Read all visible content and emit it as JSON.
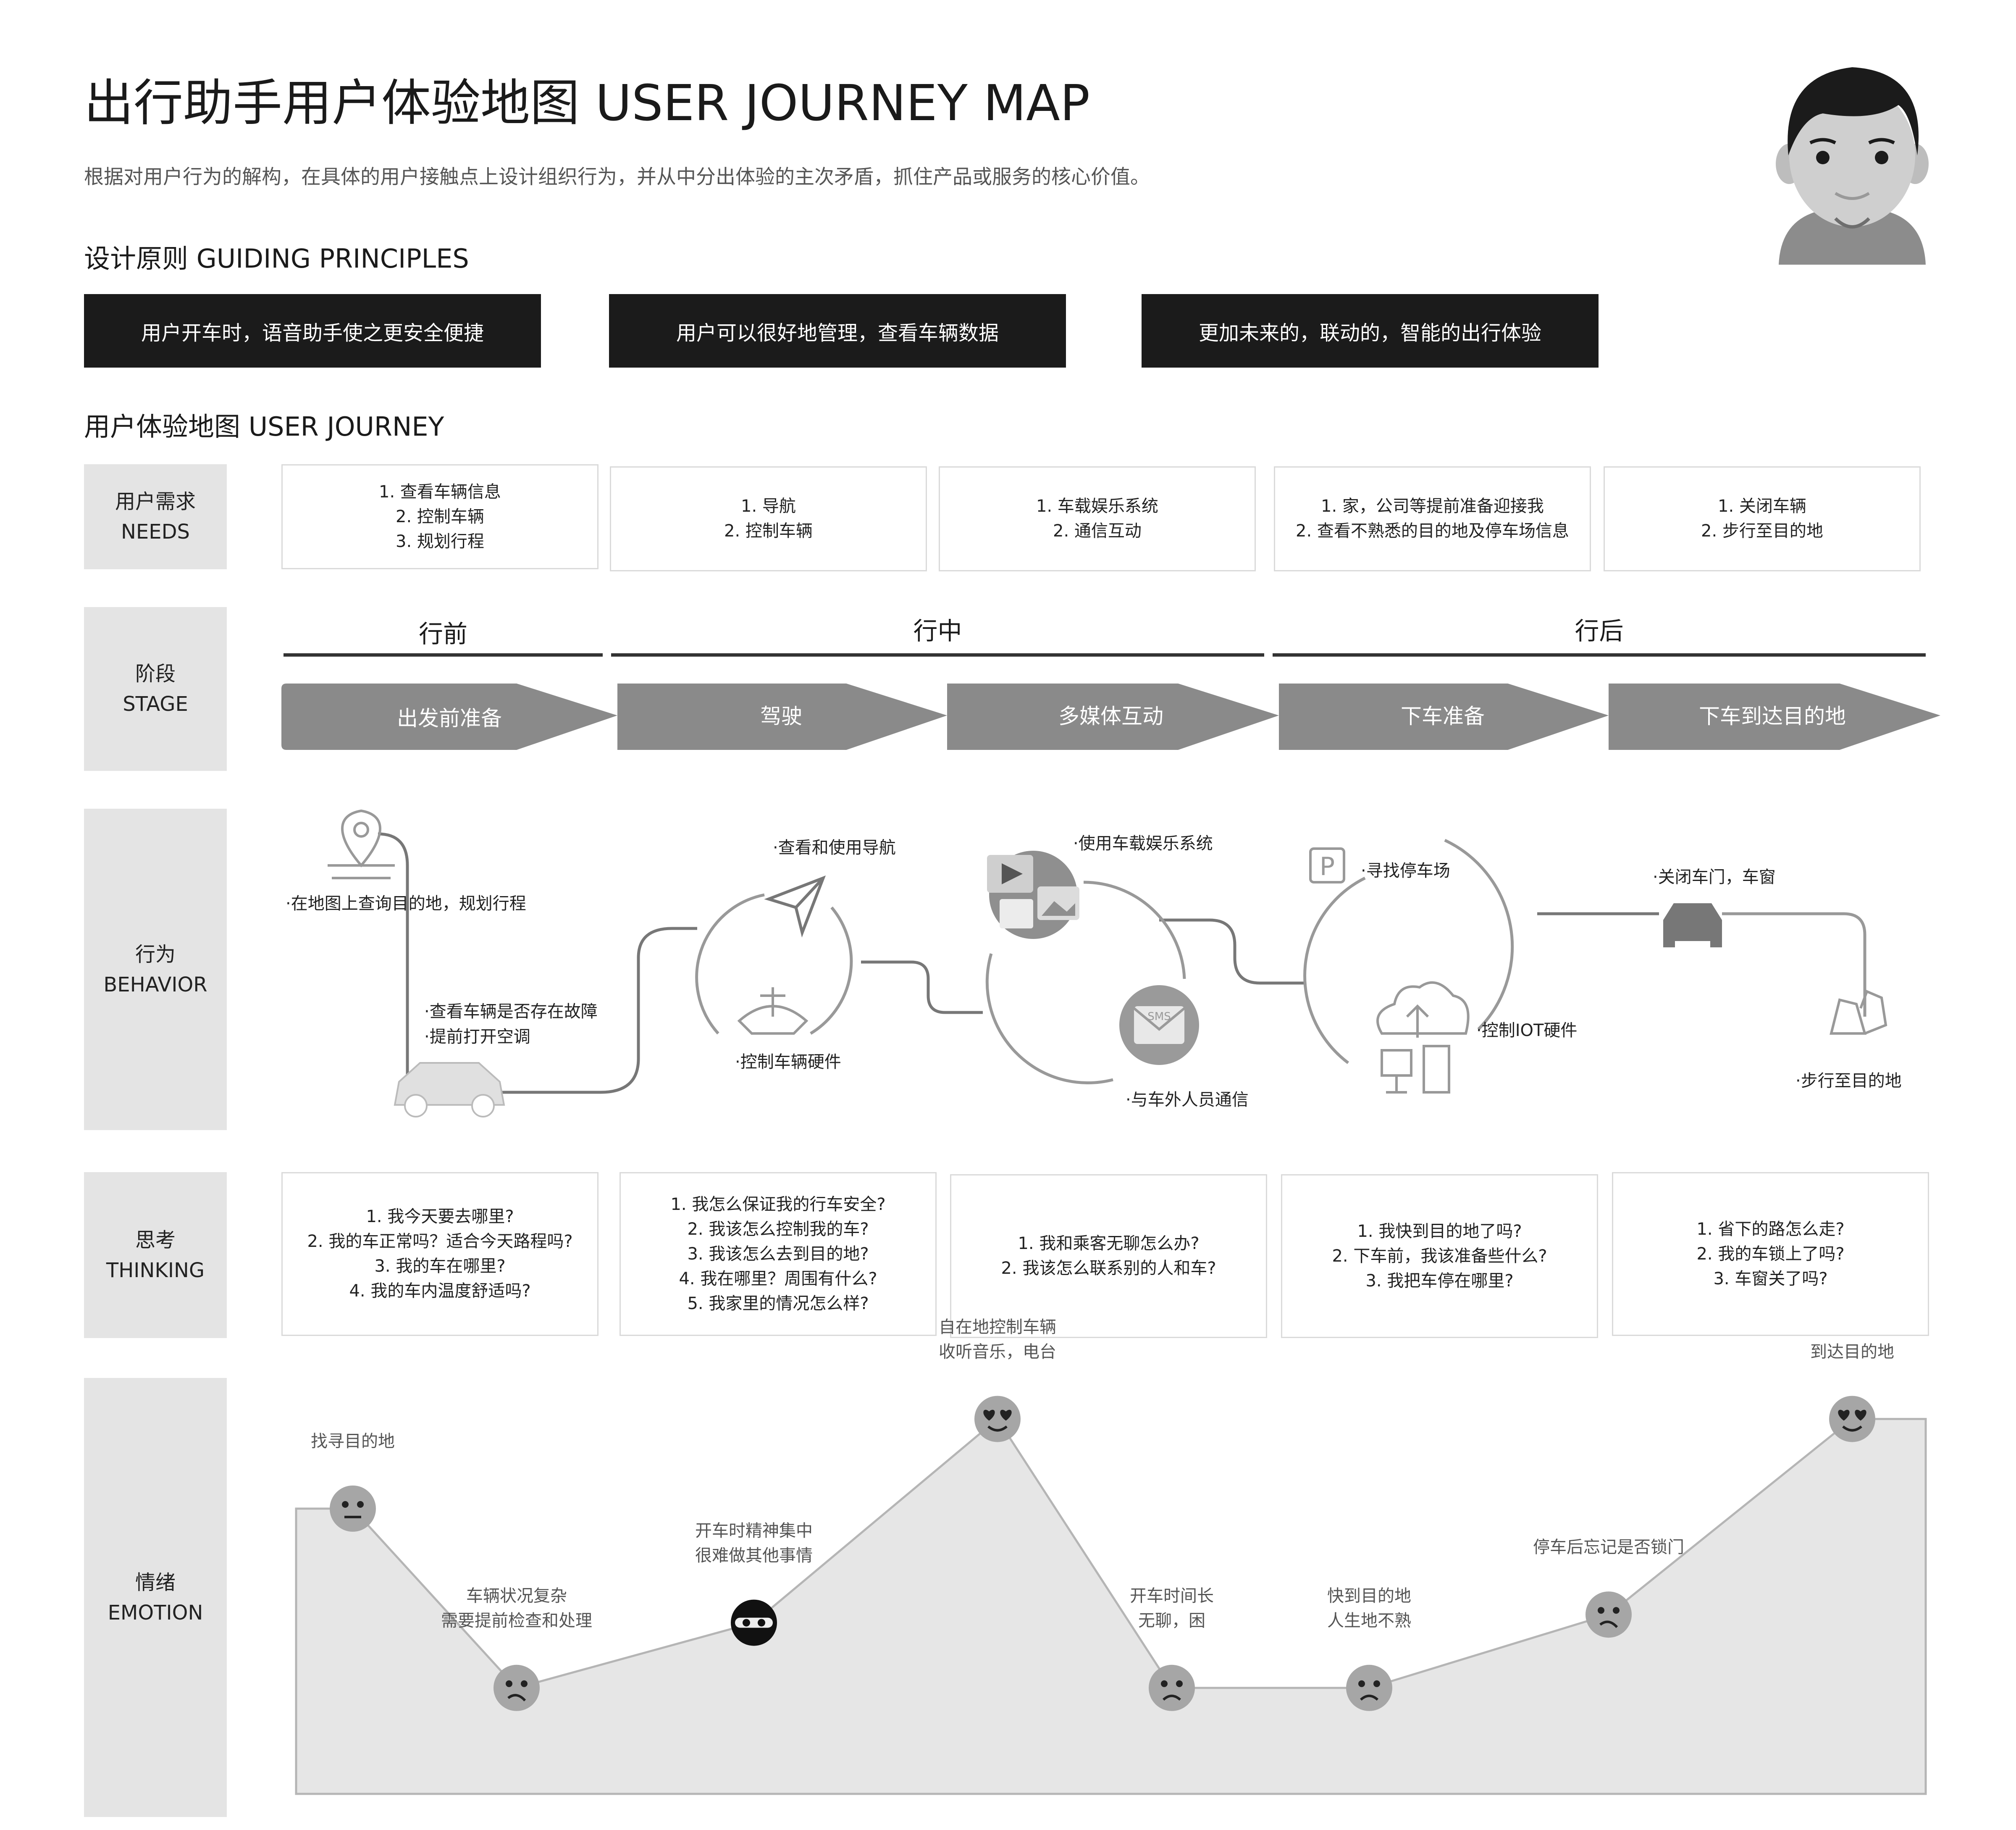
{
  "title": "出行助手用户体验地图 USER JOURNEY MAP",
  "subtitle": "根据对用户行为的解构，在具体的用户接触点上设计组织行为，并从中分出体验的主次矛盾，抓住产品或服务的核心价值。",
  "principles": {
    "heading": "设计原则 GUIDING PRINCIPLES",
    "items": [
      "用户开车时，语音助手使之更安全便捷",
      "用户可以很好地管理，查看车辆数据",
      "更加未来的，联动的，智能的出行体验"
    ]
  },
  "journey_heading": "用户体验地图 USER JOURNEY",
  "rows": {
    "needs": {
      "zh": "用户需求",
      "en": "NEEDS"
    },
    "stage": {
      "zh": "阶段",
      "en": "STAGE"
    },
    "behavior": {
      "zh": "行为",
      "en": "BEHAVIOR"
    },
    "thinking": {
      "zh": "思考",
      "en": "THINKING"
    },
    "emotion": {
      "zh": "情绪",
      "en": "EMOTION"
    }
  },
  "needs": [
    [
      "1. 查看车辆信息",
      "2. 控制车辆",
      "3. 规划行程"
    ],
    [
      "1. 导航",
      "2. 控制车辆"
    ],
    [
      "1. 车载娱乐系统",
      "2. 通信互动"
    ],
    [
      "1. 家，公司等提前准备迎接我",
      "2. 查看不熟悉的目的地及停车场信息"
    ],
    [
      "1. 关闭车辆",
      "2. 步行至目的地"
    ]
  ],
  "phases": [
    "行前",
    "行中",
    "行后"
  ],
  "stages": [
    "出发前准备",
    "驾驶",
    "多媒体互动",
    "下车准备",
    "下车到达目的地"
  ],
  "behaviors": {
    "b1": "·在地图上查询目的地，规划行程",
    "b2a": "·查看车辆是否存在故障",
    "b2b": "·提前打开空调",
    "b3": "·查看和使用导航",
    "b4": "·控制车辆硬件",
    "b5": "·使用车载娱乐系统",
    "b6": "·与车外人员通信",
    "b7": "·寻找停车场",
    "b8": "·控制IOT硬件",
    "b9": "·关闭车门，车窗",
    "b10": "·步行至目的地",
    "sms": "SMS",
    "parking": "P"
  },
  "thinking": [
    [
      "1. 我今天要去哪里?",
      "2. 我的车正常吗？适合今天路程吗?",
      "3. 我的车在哪里?",
      "4. 我的车内温度舒适吗?"
    ],
    [
      "1. 我怎么保证我的行车安全?",
      "2. 我该怎么控制我的车?",
      "3. 我该怎么去到目的地?",
      "4. 我在哪里？周围有什么?",
      "5. 我家里的情况怎么样?"
    ],
    [
      "1. 我和乘客无聊怎么办?",
      "2. 我该怎么联系别的人和车?"
    ],
    [
      "1. 我快到目的地了吗?",
      "2. 下车前，我该准备些什么?",
      "3. 我把车停在哪里?"
    ],
    [
      "1. 省下的路怎么走?",
      "2. 我的车锁上了吗?",
      "3. 车窗关了吗?"
    ]
  ],
  "emotion_labels": [
    [
      "找寻目的地"
    ],
    [
      "车辆状况复杂",
      "需要提前检查和处理"
    ],
    [
      "开车时精神集中",
      "很难做其他事情"
    ],
    [
      "自在地控制车辆",
      "收听音乐，电台"
    ],
    [
      "开车时间长",
      "无聊，困"
    ],
    [
      "快到目的地",
      "人生地不熟"
    ],
    [
      "停车后忘记是否锁门"
    ],
    [
      "到达目的地"
    ]
  ],
  "emotion_faces": [
    "neutral",
    "confused",
    "focused",
    "love",
    "sad",
    "sad",
    "confused",
    "love"
  ],
  "emotion_levels": [
    0.7,
    0.26,
    0.42,
    0.92,
    0.26,
    0.26,
    0.44,
    0.92
  ],
  "colors": {
    "dark": "#1b1b1b",
    "stage": "#8a8a8a",
    "label_bg": "#e4e4e4",
    "area": "#e6e6e6"
  }
}
